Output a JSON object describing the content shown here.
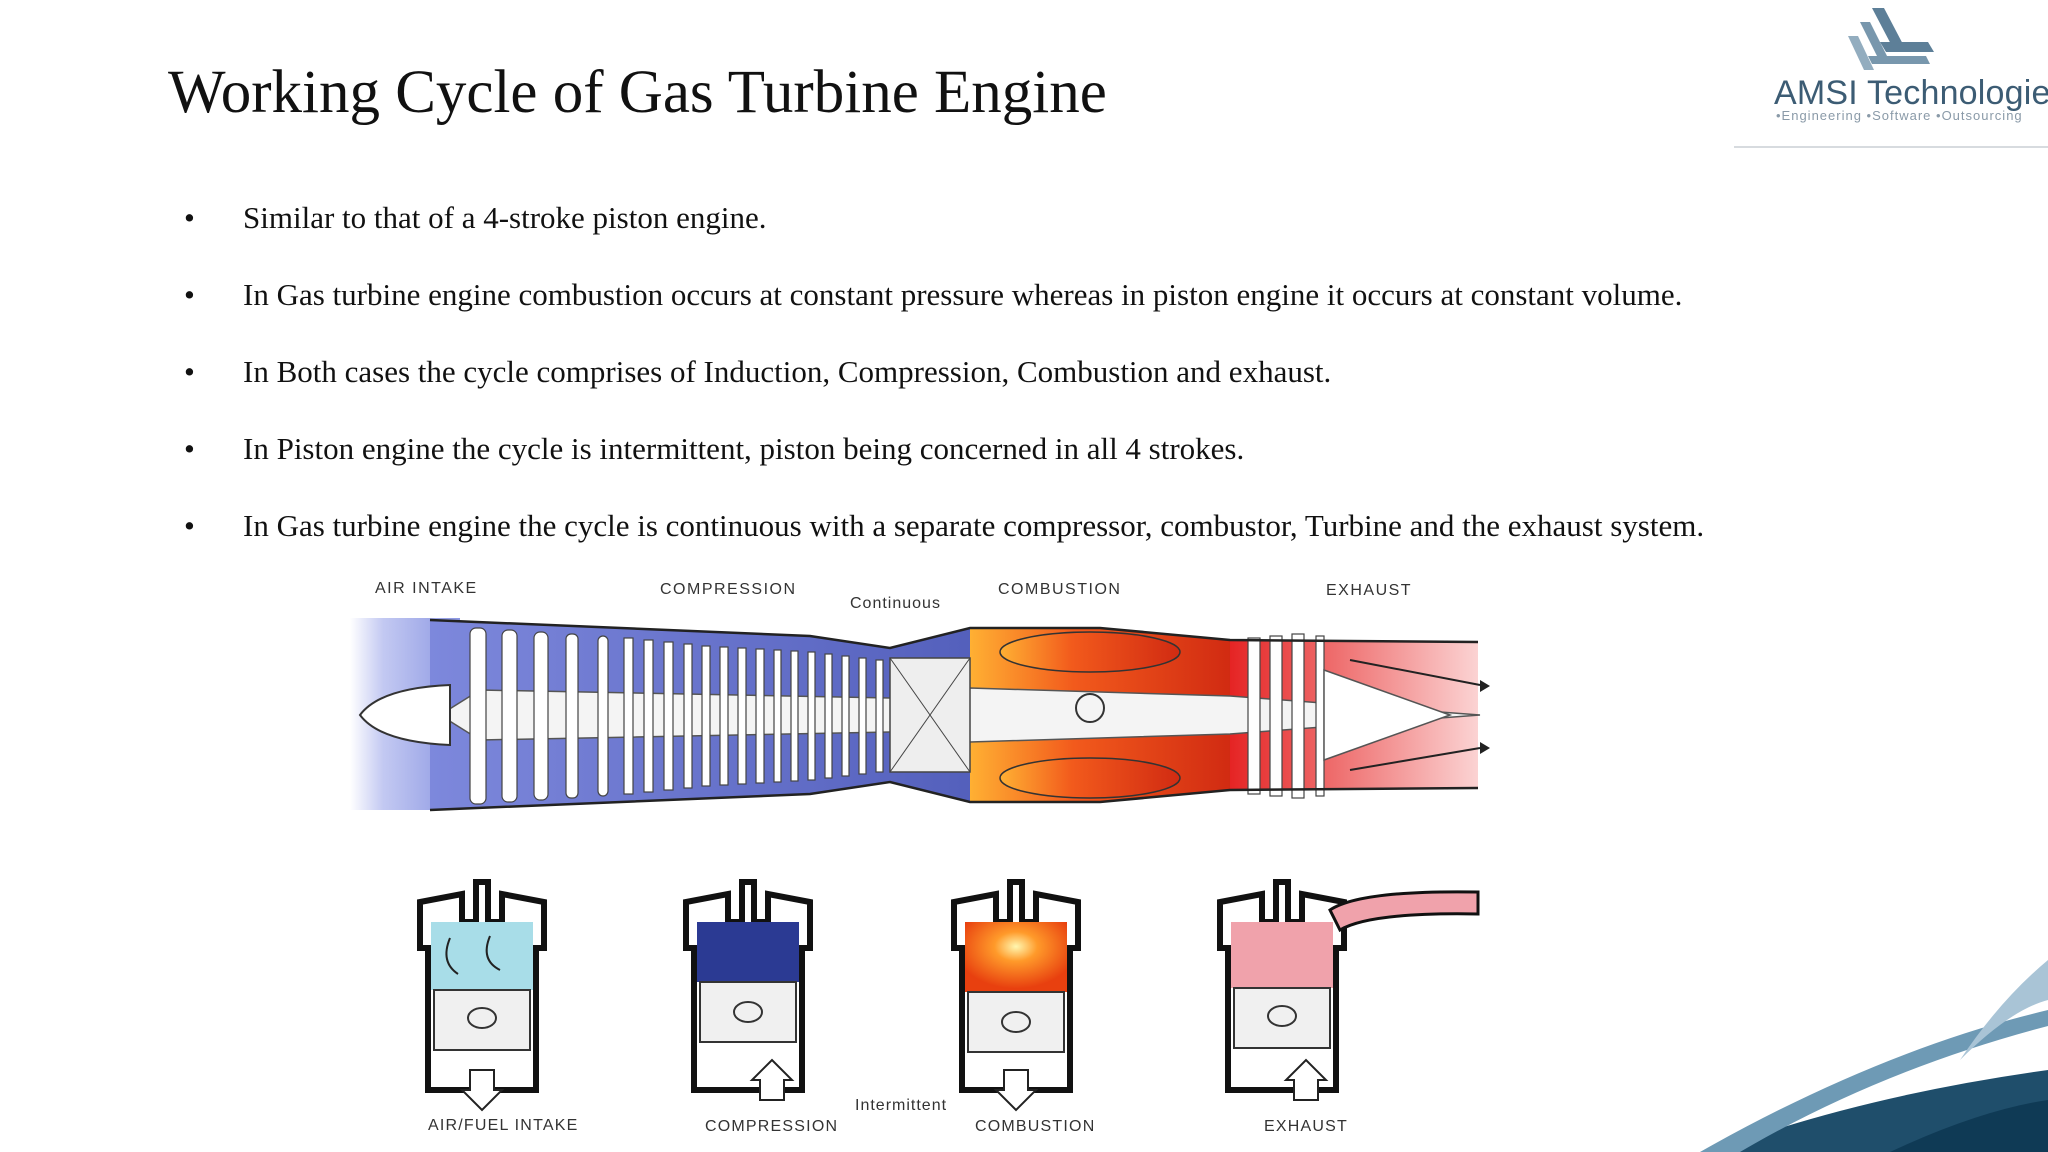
{
  "slide": {
    "title": "Working Cycle of Gas Turbine Engine",
    "bullet_symbol": "•",
    "bullets": [
      "Similar to that of a 4-stroke piston engine.",
      "In Gas turbine engine combustion occurs at constant pressure whereas in piston engine it occurs at constant volume.",
      "In Both cases the cycle comprises of Induction, Compression, Combustion and exhaust.",
      "In Piston engine the cycle is intermittent, piston being concerned in all 4 strokes.",
      "In Gas turbine engine the cycle is continuous with a separate compressor, combustor, Turbine and the exhaust system."
    ]
  },
  "logo": {
    "name": "AMSI Technologies",
    "tagline": "•Engineering   •Software   •Outsourcing",
    "color": "#3c5c74"
  },
  "diagram": {
    "turbine_labels": [
      "AIR INTAKE",
      "COMPRESSION",
      "COMBUSTION",
      "EXHAUST"
    ],
    "turbine_note": "Continuous",
    "piston_labels": [
      "AIR/FUEL INTAKE",
      "COMPRESSION",
      "COMBUSTION",
      "EXHAUST"
    ],
    "piston_note": "Intermittent",
    "colors": {
      "intake": "#a9b3ec",
      "compression": "#2d3a9e",
      "combustion": "#f25a1c",
      "exhaust": "#ef3b3b",
      "piston_intake": "#a8dde8",
      "piston_compression": "#2b3a93",
      "piston_combustion": "#f0501a",
      "piston_exhaust": "#f0a2ab"
    }
  }
}
